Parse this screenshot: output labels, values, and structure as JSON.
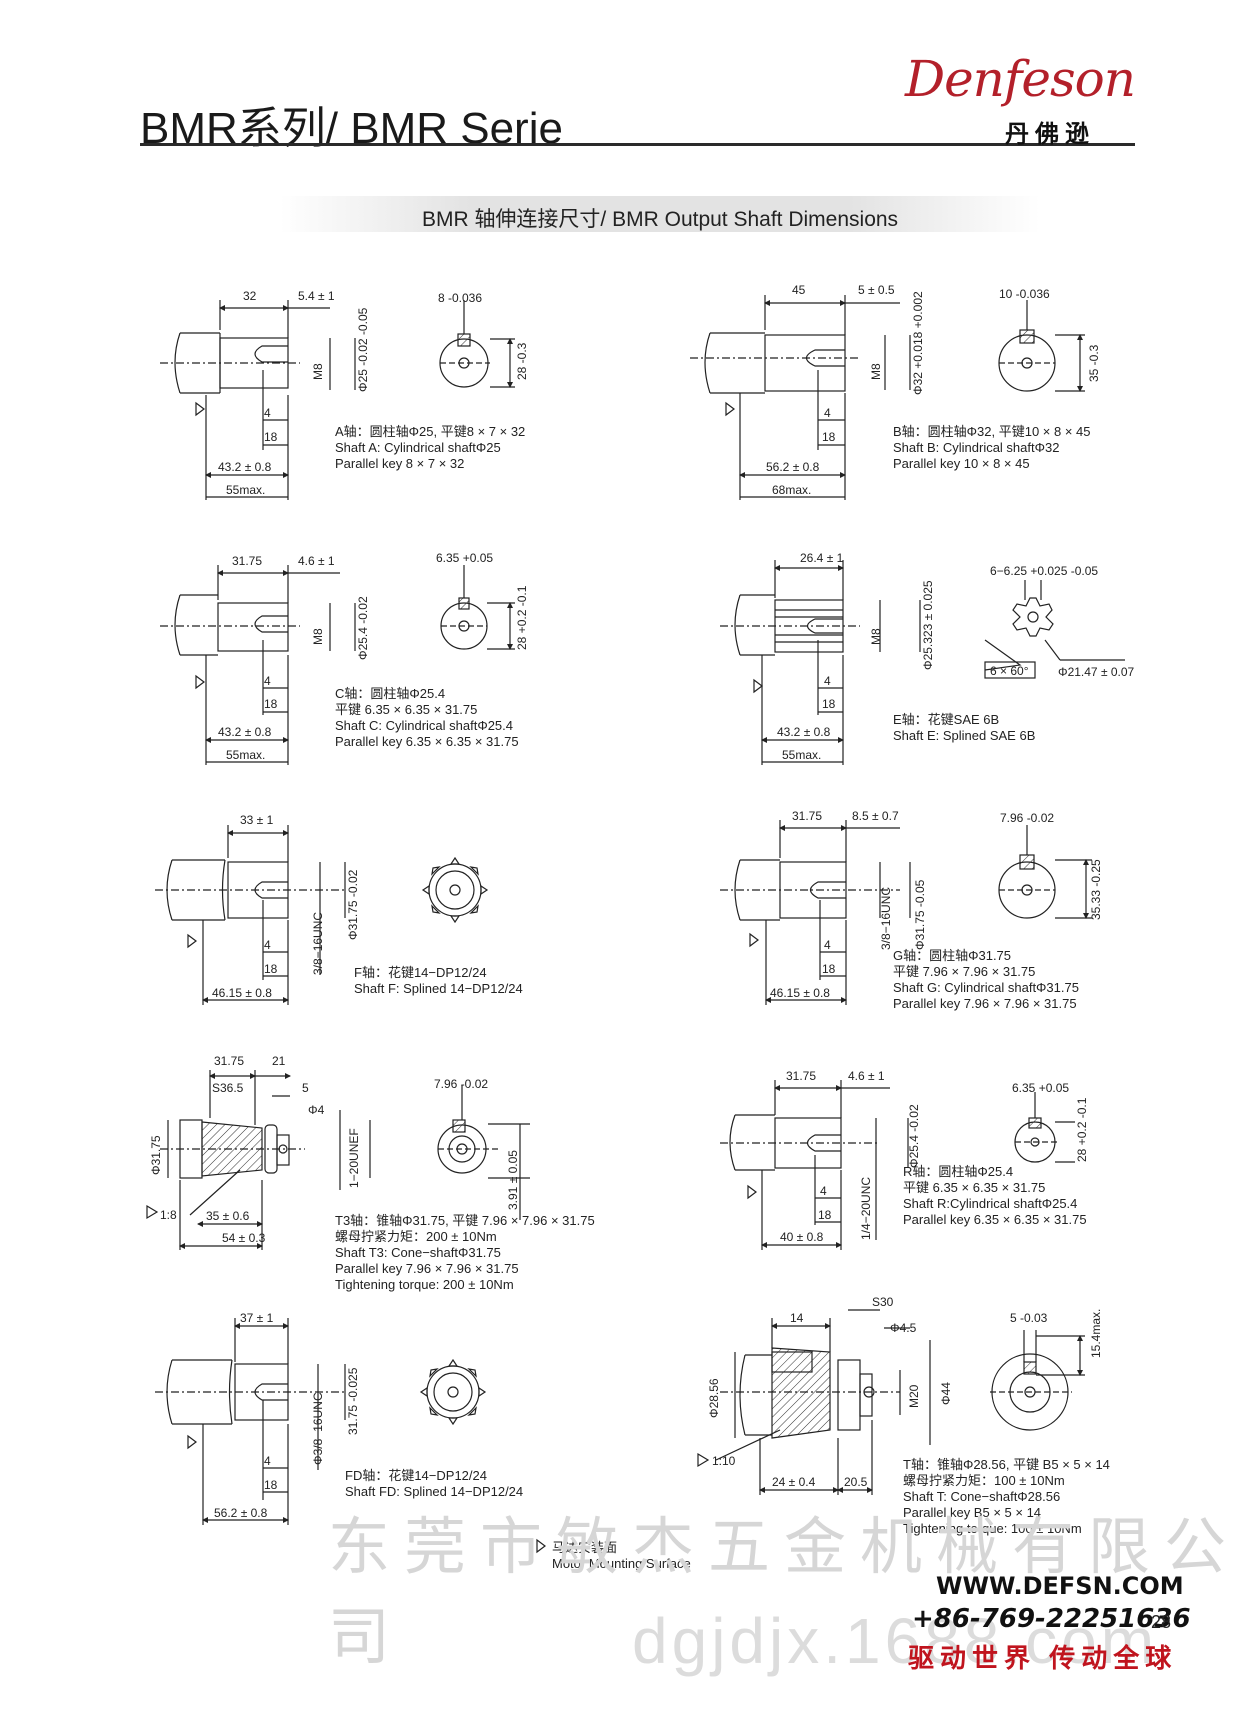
{
  "header": {
    "title": "BMR系列/ BMR Serie",
    "logo_script": "Denfeson",
    "logo_cn": "丹佛逊"
  },
  "section": {
    "title": "BMR 轴伸连接尺寸/ BMR Output Shaft Dimensions"
  },
  "shafts": {
    "A": {
      "dims": {
        "d1": "32",
        "d2": "5.4 ± 1",
        "d3": "M8",
        "d4": "Φ25 -0.02 -0.05",
        "d5": "4",
        "d6": "18",
        "d7": "43.2 ± 0.8",
        "d8": "55max.",
        "key_w": "8 -0.036",
        "key_h": "28 -0.3"
      },
      "caption": [
        "A轴：圆柱轴Φ25, 平键8 × 7 × 32",
        "Shaft A: Cylindrical shaftΦ25",
        "Parallel key 8 × 7 × 32"
      ]
    },
    "B": {
      "dims": {
        "d1": "45",
        "d2": "5 ± 0.5",
        "d3": "M8",
        "d4": "Φ32 +0.018 +0.002",
        "d5": "4",
        "d6": "18",
        "d7": "56.2 ± 0.8",
        "d8": "68max.",
        "key_w": "10 -0.036",
        "key_h": "35 -0.3"
      },
      "caption": [
        "B轴：圆柱轴Φ32, 平键10 × 8 × 45",
        "Shaft B: Cylindrical shaftΦ32",
        "Parallel key 10 × 8 × 45"
      ]
    },
    "C": {
      "dims": {
        "d1": "31.75",
        "d2": "4.6 ± 1",
        "d3": "M8",
        "d4": "Φ25.4 -0.02",
        "d5": "4",
        "d6": "18",
        "d7": "43.2 ± 0.8",
        "d8": "55max.",
        "key_w": "6.35 +0.05",
        "key_h": "28 +0.2 -0.1"
      },
      "caption": [
        "C轴：圆柱轴Φ25.4",
        "平键 6.35 × 6.35 × 31.75",
        "Shaft C: Cylindrical shaftΦ25.4",
        "Parallel key 6.35 × 6.35 × 31.75"
      ]
    },
    "E": {
      "dims": {
        "d1": "26.4 ± 1",
        "d3": "M8",
        "d4": "Φ25.323 ± 0.025",
        "d5": "4",
        "d6": "18",
        "d7": "43.2 ± 0.8",
        "d8": "55max.",
        "spline_w": "6−6.25 +0.025 -0.05",
        "spline_d": "Φ21.47 ± 0.07",
        "spline_a": "6 × 60°"
      },
      "caption": [
        "E轴：花键SAE 6B",
        "Shaft E: Splined SAE 6B"
      ]
    },
    "F": {
      "dims": {
        "d1": "33 ± 1",
        "d3": "3/8−16UNC",
        "d4": "Φ31.75 -0.02",
        "d5": "4",
        "d6": "18",
        "d7": "46.15 ± 0.8"
      },
      "caption": [
        "F轴：花键14−DP12/24",
        "Shaft F: Splined 14−DP12/24"
      ]
    },
    "G": {
      "dims": {
        "d1": "31.75",
        "d2": "8.5 ± 0.7",
        "d3": "3/8−16UNC",
        "d4": "Φ31.75 -0.05",
        "d5": "4",
        "d6": "18",
        "d7": "46.15 ± 0.8",
        "key_w": "7.96 -0.02",
        "key_h": "35.33 -0.25"
      },
      "caption": [
        "G轴：圆柱轴Φ31.75",
        "平键 7.96 × 7.96 × 31.75",
        "Shaft G: Cylindrical shaftΦ31.75",
        "Parallel key 7.96 × 7.96 × 31.75"
      ]
    },
    "T3": {
      "dims": {
        "d1": "31.75",
        "d2": "21",
        "d3": "S36.5",
        "d4": "5",
        "d5": "Φ4",
        "d6": "Φ31.75",
        "d7": "1−20UNEF",
        "d8": "1:8",
        "d9": "35 ± 0.6",
        "d10": "54 ± 0.3",
        "key_w": "7.96 -0.02",
        "key_h": "3.91 ± 0.05"
      },
      "caption": [
        "T3轴：锥轴Φ31.75, 平键 7.96 × 7.96 × 31.75",
        "螺母拧紧力矩：200 ± 10Nm",
        "Shaft T3: Cone−shaftΦ31.75",
        "Parallel key 7.96 × 7.96 × 31.75",
        "Tightening torque: 200 ± 10Nm"
      ]
    },
    "R": {
      "dims": {
        "d1": "31.75",
        "d2": "4.6 ± 1",
        "d3": "1/4−20UNC",
        "d4": "Φ25.4 -0.02",
        "d5": "4",
        "d6": "18",
        "d7": "40 ± 0.8",
        "key_w": "6.35 +0.05",
        "key_h": "28 +0.2 -0.1"
      },
      "caption": [
        "R轴：圆柱轴Φ25.4",
        "平键 6.35 × 6.35 × 31.75",
        "Shaft R:Cylindrical shaftΦ25.4",
        "Parallel key 6.35 × 6.35 × 31.75"
      ]
    },
    "FD": {
      "dims": {
        "d1": "37 ± 1",
        "d3": "Φ3/8−16UNC",
        "d4": "31.75 -0.025",
        "d5": "4",
        "d6": "18",
        "d7": "56.2 ± 0.8"
      },
      "caption": [
        "FD轴：花键14−DP12/24",
        "Shaft FD: Splined 14−DP12/24"
      ]
    },
    "T": {
      "dims": {
        "d1": "14",
        "d2": "S30",
        "d3": "Φ4.5",
        "d4": "Φ28.56",
        "d5": "M20",
        "d6": "Φ44",
        "d7": "1:10",
        "d8": "24 ± 0.4",
        "d9": "20.5",
        "key_w": "5 -0.03",
        "key_h": "15.4max."
      },
      "caption": [
        "T轴：锥轴Φ28.56, 平键 B5 × 5 × 14",
        "螺母拧紧力矩：100 ± 10Nm",
        "Shaft T: Cone−shaftΦ28.56",
        "Parallel key B5 × 5 × 14",
        "Tightening torque: 100 ± 10Nm"
      ]
    }
  },
  "legend": {
    "cn": "马达安装面",
    "en": "Motor Mounting Surface"
  },
  "footer": {
    "url": "WWW.DEFSN.COM",
    "phone": "+86-769-22251636",
    "page": "28",
    "slogan": "驱动世界 传动全球"
  },
  "watermarks": {
    "cn": "东莞市敏杰五金机械有限公司",
    "url": "dgjdjx.1688.com"
  }
}
